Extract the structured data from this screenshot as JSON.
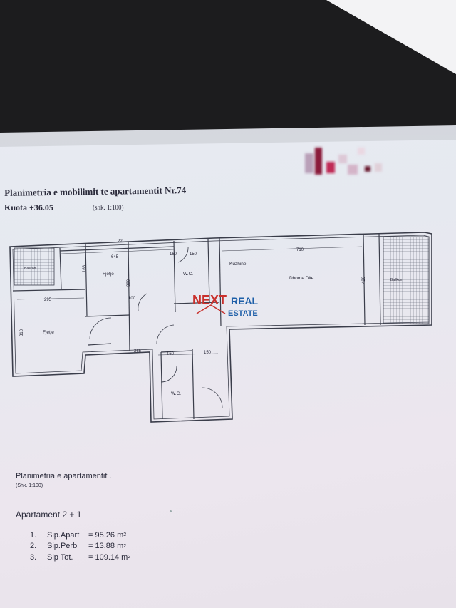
{
  "document": {
    "title": "Planimetria e mobilimit te apartamentit Nr.74",
    "kuota": "Kuota +36.05",
    "scale_top": "(shk. 1:100)",
    "plan_subtitle": "Planimetria e apartamentit .",
    "scale_bottom": "(Shk. 1:100)",
    "apartment_type": "Apartament 2 + 1"
  },
  "rooms": {
    "fjetje_top": "Fjetje",
    "fjetje_left": "Fjetje",
    "wc_top": "W.C.",
    "wc_bottom": "W.C.",
    "kuzhine": "Kuzhine",
    "dhome_dite": "Dhome Dite",
    "ballkon_left": "Ballkon",
    "ballkon_right": "Ballkon"
  },
  "dimensions": [
    "645",
    "150",
    "710",
    "295",
    "160",
    "150",
    "166",
    "380",
    "310",
    "420",
    "160",
    "100",
    "265",
    "22"
  ],
  "watermark": {
    "brand_a": "NEXT",
    "brand_b": "REAL",
    "brand_c": "ESTATE",
    "brand_a_color": "#c9302c",
    "brand_b_color": "#1e5fa8"
  },
  "areas": [
    {
      "num": "1.",
      "label": "Sip.Apart",
      "value": "= 95.26 m",
      "unit_sup": "2"
    },
    {
      "num": "2.",
      "label": "Sip.Perb",
      "value": "= 13.88 m",
      "unit_sup": "2"
    },
    {
      "num": "3.",
      "label": "Sip Tot.",
      "value": "= 109.14 m",
      "unit_sup": "2"
    }
  ],
  "colors": {
    "paper": "#e8ebf1",
    "ink": "#2a2a3a",
    "background": "#1c1c1e"
  }
}
